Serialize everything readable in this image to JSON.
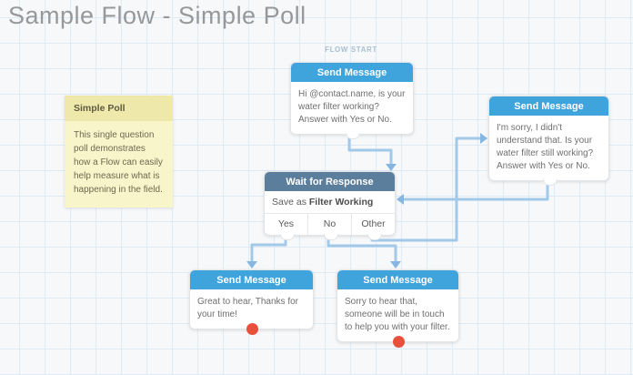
{
  "page": {
    "title": "Sample Flow - Simple Poll",
    "flow_start_label": "FLOW START"
  },
  "sticky_note": {
    "title": "Simple Poll",
    "body": "This single question poll demonstrates how a Flow can easily help measure what is happening in the field."
  },
  "nodes": {
    "start_message": {
      "header": "Send Message",
      "body": "Hi @contact.name, is your water filter working? Answer with Yes or No."
    },
    "wait_for_response": {
      "header": "Wait for Response",
      "save_label": "Save as",
      "save_field": "Filter Working",
      "categories": [
        "Yes",
        "No",
        "Other"
      ]
    },
    "clarify_message": {
      "header": "Send Message",
      "body": "I'm sorry, I didn't understand that. Is your water filter still working? Answer with Yes or No."
    },
    "yes_message": {
      "header": "Send Message",
      "body": "Great to hear, Thanks for your time!"
    },
    "no_message": {
      "header": "Send Message",
      "body": "Sorry to hear that, someone will be in touch to help you with your filter."
    }
  },
  "colors": {
    "send_header": "#3fa3dc",
    "wait_header": "#5b7e9d",
    "connector": "#a3c9e8",
    "arrowhead": "#85b7e2",
    "exit_dot": "#e8503c",
    "sticky_header_bg": "#efe8ab",
    "sticky_body_bg": "#f9f5cb",
    "grid_line": "#dfeaf8",
    "canvas_bg": "#f7f8fa"
  }
}
